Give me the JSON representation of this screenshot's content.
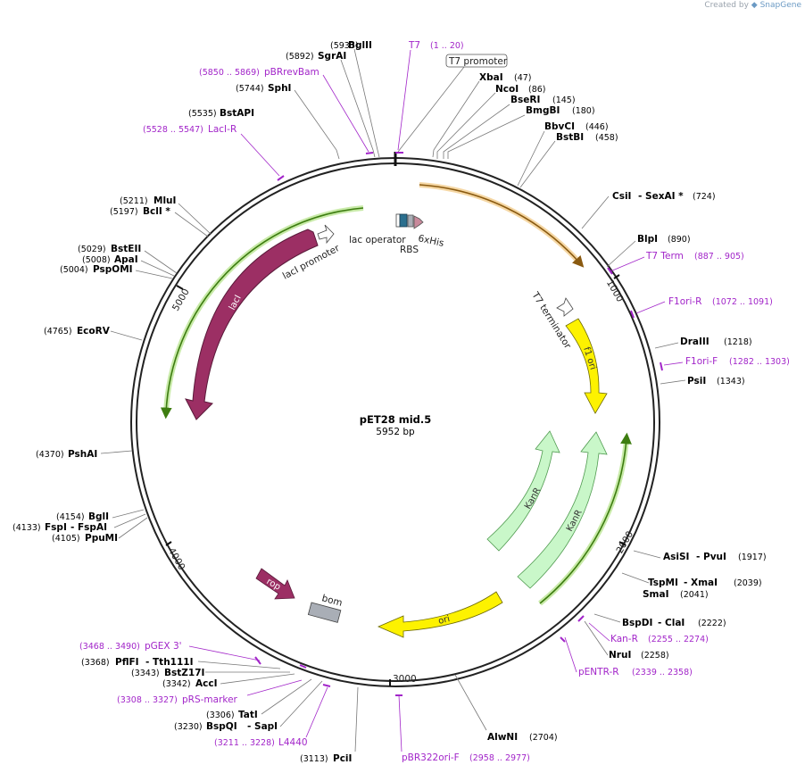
{
  "plasmid": {
    "name": "pET28 mid.5",
    "length": "5952 bp"
  },
  "branding": {
    "created_by": "Created by",
    "product": "SnapGene"
  },
  "ruler": [
    "1000",
    "2000",
    "3000",
    "4000",
    "5000"
  ],
  "colors": {
    "lacI": "#9c2f64",
    "rop": "#9c2f64",
    "kanR": "#c9f7c9",
    "ori": "#fdf200",
    "f1ori": "#fdf200",
    "primer": "#a225c9",
    "T7promoter_box": "#2b6f8e",
    "bom": "#a9aeb6",
    "green_arrow": "#5aa31a",
    "orange_arrow": "#d9a12b"
  },
  "features": {
    "t7_promoter": "T7 promoter",
    "lac_operator": "lac operator",
    "rbs": "RBS",
    "his": "6xHis",
    "lacI_promoter": "lacI promoter",
    "lacI": "lacI",
    "t7_terminator": "T7 terminator",
    "f1ori": "f1 ori",
    "kanR1": "KanR",
    "kanR2": "KanR",
    "ori": "ori",
    "rop": "rop",
    "bom": "bom"
  },
  "sites": [
    {
      "pos": "(5933)",
      "name": "BglII"
    },
    {
      "pos": "(5892)",
      "name": "SgrAI"
    },
    {
      "pos": "(5744)",
      "name": "SphI"
    },
    {
      "pos": "(5535)",
      "name": "BstAPI"
    },
    {
      "pos": "(5211)",
      "name": "MluI"
    },
    {
      "pos": "(5197)",
      "name": "BclI *"
    },
    {
      "pos": "(5029)",
      "name": "BstEII"
    },
    {
      "pos": "(5008)",
      "name": "ApaI"
    },
    {
      "pos": "(5004)",
      "name": "PspOMI"
    },
    {
      "pos": "(4765)",
      "name": "EcoRV"
    },
    {
      "pos": "(4370)",
      "name": "PshAI"
    },
    {
      "pos": "(4154)",
      "name": "BglI"
    },
    {
      "pos": "(4133)",
      "name": "FspI",
      "name2": "- FspAI"
    },
    {
      "pos": "(4105)",
      "name": "PpuMI"
    },
    {
      "pos": "(3368)",
      "name": "PflFI",
      "name2": "- Tth111I"
    },
    {
      "pos": "(3343)",
      "name": "BstZ17I"
    },
    {
      "pos": "(3342)",
      "name": "AccI"
    },
    {
      "pos": "(3306)",
      "name": "TatI"
    },
    {
      "pos": "(3230)",
      "name": "BspQI",
      "name2": "- SapI"
    },
    {
      "pos": "(3113)",
      "name": "PciI"
    },
    {
      "pos": "(47)",
      "name": "XbaI"
    },
    {
      "pos": "(86)",
      "name": "NcoI"
    },
    {
      "pos": "(145)",
      "name": "BseRI"
    },
    {
      "pos": "(180)",
      "name": "BmgBI"
    },
    {
      "pos": "(446)",
      "name": "BbvCI"
    },
    {
      "pos": "(458)",
      "name": "BstBI"
    },
    {
      "pos": "(724)",
      "name": "CsiI",
      "name2": "- SexAI *"
    },
    {
      "pos": "(890)",
      "name": "BlpI"
    },
    {
      "pos": "(1218)",
      "name": "DraIII"
    },
    {
      "pos": "(1343)",
      "name": "PsiI"
    },
    {
      "pos": "(1917)",
      "name": "AsiSI",
      "name2": "- PvuI"
    },
    {
      "pos": "(2039)",
      "name": "TspMI",
      "name2": "- XmaI"
    },
    {
      "pos": "(2041)",
      "name": "SmaI"
    },
    {
      "pos": "(2222)",
      "name": "BspDI",
      "name2": "- ClaI"
    },
    {
      "pos": "(2258)",
      "name": "NruI"
    },
    {
      "pos": "(2704)",
      "name": "AlwNI"
    }
  ],
  "primers": [
    {
      "name": "T7",
      "range": "(1 .. 20)"
    },
    {
      "name": "pBRrevBam",
      "range": "(5850 .. 5869)"
    },
    {
      "name": "LacI-R",
      "range": "(5528 .. 5547)"
    },
    {
      "name": "T7 Term",
      "range": "(887 .. 905)"
    },
    {
      "name": "F1ori-R",
      "range": "(1072 .. 1091)"
    },
    {
      "name": "F1ori-F",
      "range": "(1282 .. 1303)"
    },
    {
      "name": "Kan-R",
      "range": "(2255 .. 2274)"
    },
    {
      "name": "pENTR-R",
      "range": "(2339 .. 2358)"
    },
    {
      "name": "pBR322ori-F",
      "range": "(2958 .. 2977)"
    },
    {
      "name": "L4440",
      "range": "(3211 .. 3228)"
    },
    {
      "name": "pRS-marker",
      "range": "(3308 .. 3327)"
    },
    {
      "name": "pGEX 3'",
      "range": "(3468 .. 3490)"
    }
  ]
}
